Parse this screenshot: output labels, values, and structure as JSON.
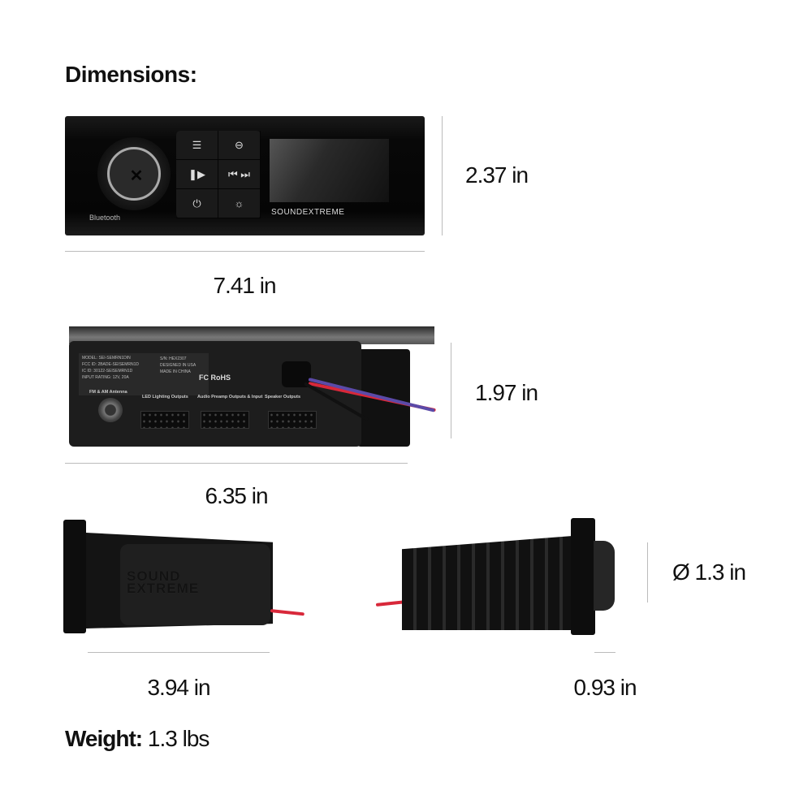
{
  "heading": "Dimensions:",
  "front_view": {
    "height_label": "2.37 in",
    "width_label": "7.41 in",
    "bluetooth_text": "Bluetooth",
    "brand_text": "SOUNDEXTREME"
  },
  "rear_view": {
    "height_label": "1.97 in",
    "width_label": "6.35 in",
    "label_lines": [
      "MODEL: SEI-SEMRN1DIN",
      "FCC ID: 2BADE-SEISEMRN1D",
      "IC ID: 30122-SEISEMRN1D",
      "INPUT RATING: 12V, 20A"
    ],
    "serial": "S/N: HEX2307",
    "designed": "DESIGNED IN USA",
    "made": "MADE IN CHINA",
    "certs": "FC RoHS",
    "ports": [
      "FM & AM Antenna",
      "LED Lighting Outputs",
      "Audio Preamp Outputs & Input",
      "Speaker Outputs"
    ]
  },
  "side_views": {
    "depth_label": "3.94 in",
    "knob_depth_label": "0.93 in",
    "knob_diameter_label": "Ø 1.3 in",
    "logo_text": "SOUND EXTREME"
  },
  "weight": {
    "label": "Weight:",
    "value": "1.3 lbs"
  },
  "colors": {
    "wire_red": "#d8283a",
    "wire_purple": "#5b4aa8",
    "unit_body": "#111111"
  }
}
